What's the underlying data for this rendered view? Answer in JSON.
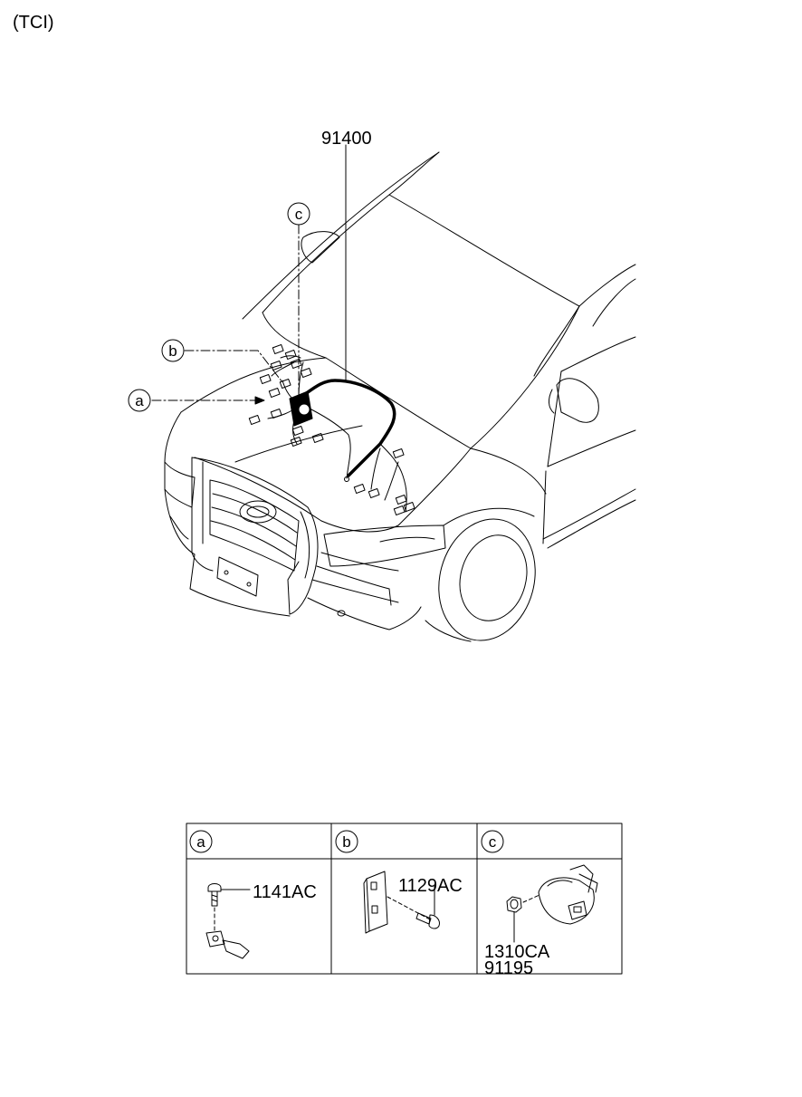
{
  "header": {
    "variant": "(TCI)"
  },
  "main_part": {
    "number": "91400"
  },
  "callouts": [
    "a",
    "b",
    "c"
  ],
  "detail_table": {
    "columns": [
      {
        "key": "a",
        "parts": [
          "1141AC"
        ]
      },
      {
        "key": "b",
        "parts": [
          "1129AC"
        ]
      },
      {
        "key": "c",
        "parts": [
          "1310CA",
          "91195"
        ]
      }
    ]
  },
  "colors": {
    "line": "#000000",
    "background": "#ffffff"
  }
}
